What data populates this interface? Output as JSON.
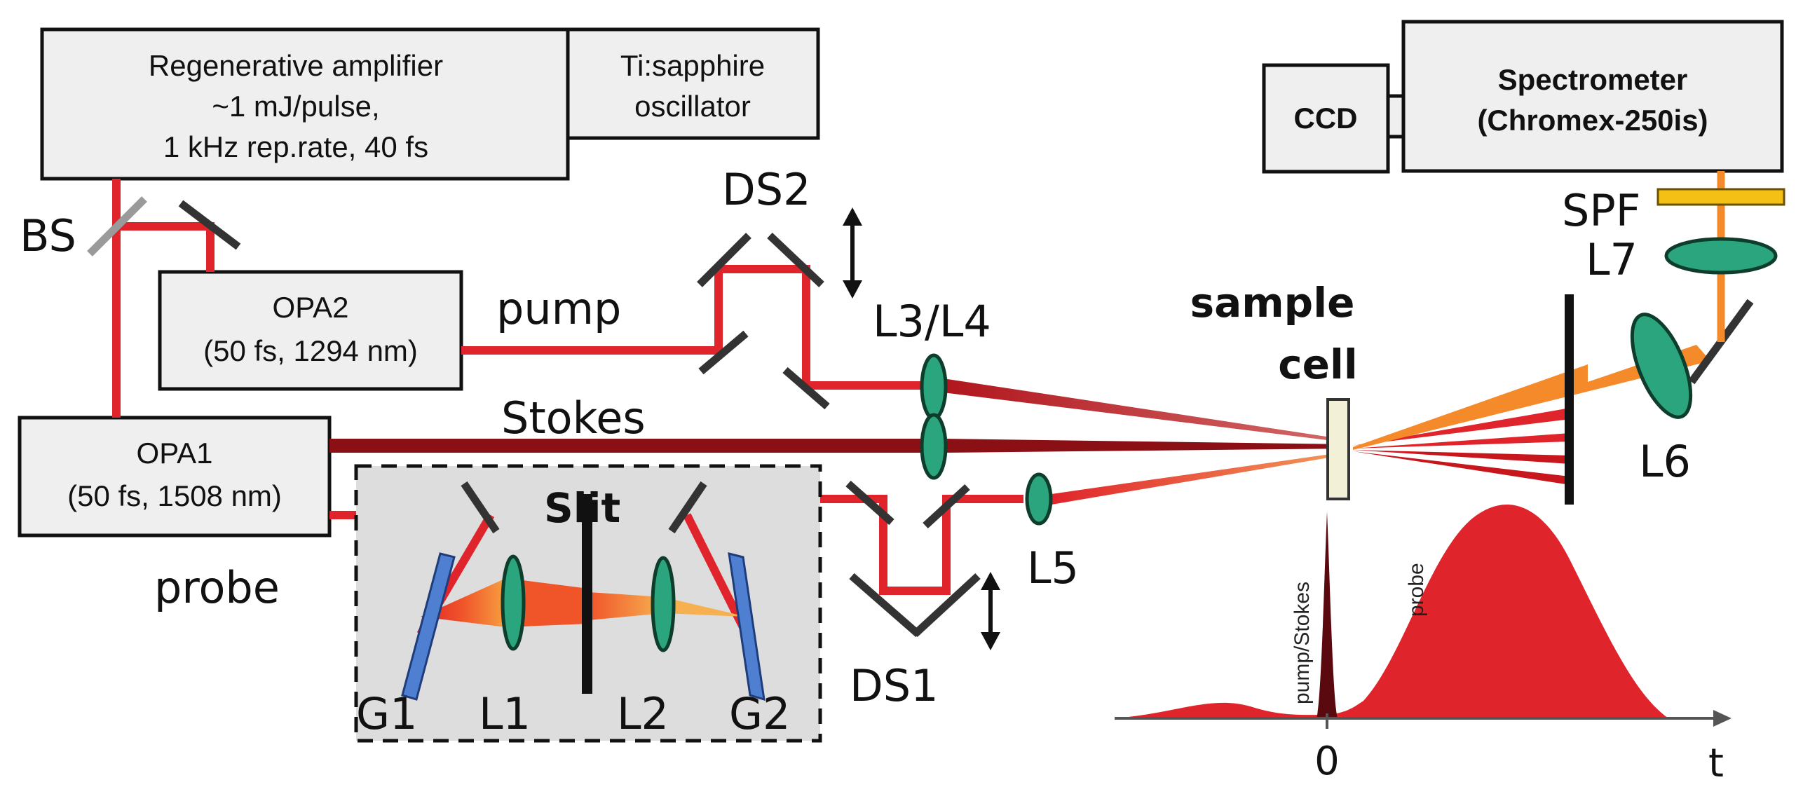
{
  "boxes": {
    "regen": [
      "Regenerative amplifier",
      "~1 mJ/pulse,",
      "1 kHz rep.rate, 40 fs"
    ],
    "osc": [
      "Ti:sapphire",
      "oscillator"
    ],
    "opa2": [
      "OPA2",
      "(50 fs, 1294 nm)"
    ],
    "opa1": [
      "OPA1",
      "(50 fs, 1508 nm)"
    ],
    "ccd": "CCD",
    "spectrometer": [
      "Spectrometer",
      "(Chromex-250is)"
    ]
  },
  "labels": {
    "bs": "BS",
    "ds2": "DS2",
    "ds1": "DS1",
    "pump": "pump",
    "stokes": "Stokes",
    "probe": "probe",
    "l3l4": "L3/L4",
    "l5": "L5",
    "l6": "L6",
    "l7": "L7",
    "spf": "SPF",
    "slit": "Slit",
    "g1": "G1",
    "l1": "L1",
    "l2": "L2",
    "g2": "G2",
    "sample": [
      "sample",
      "cell"
    ]
  },
  "inset": {
    "pulse_labels": [
      "pump/Stokes",
      "probe"
    ],
    "axis_zero": "0",
    "axis_t": "t"
  },
  "colors": {
    "beam_red": "#e0242b",
    "beam_dark": "#8b1016",
    "beam_orange": "#f58a2a",
    "lens_green": "#2aa57e",
    "grating_blue": "#4f7fd0",
    "filter_yellow": "#f5c016"
  }
}
